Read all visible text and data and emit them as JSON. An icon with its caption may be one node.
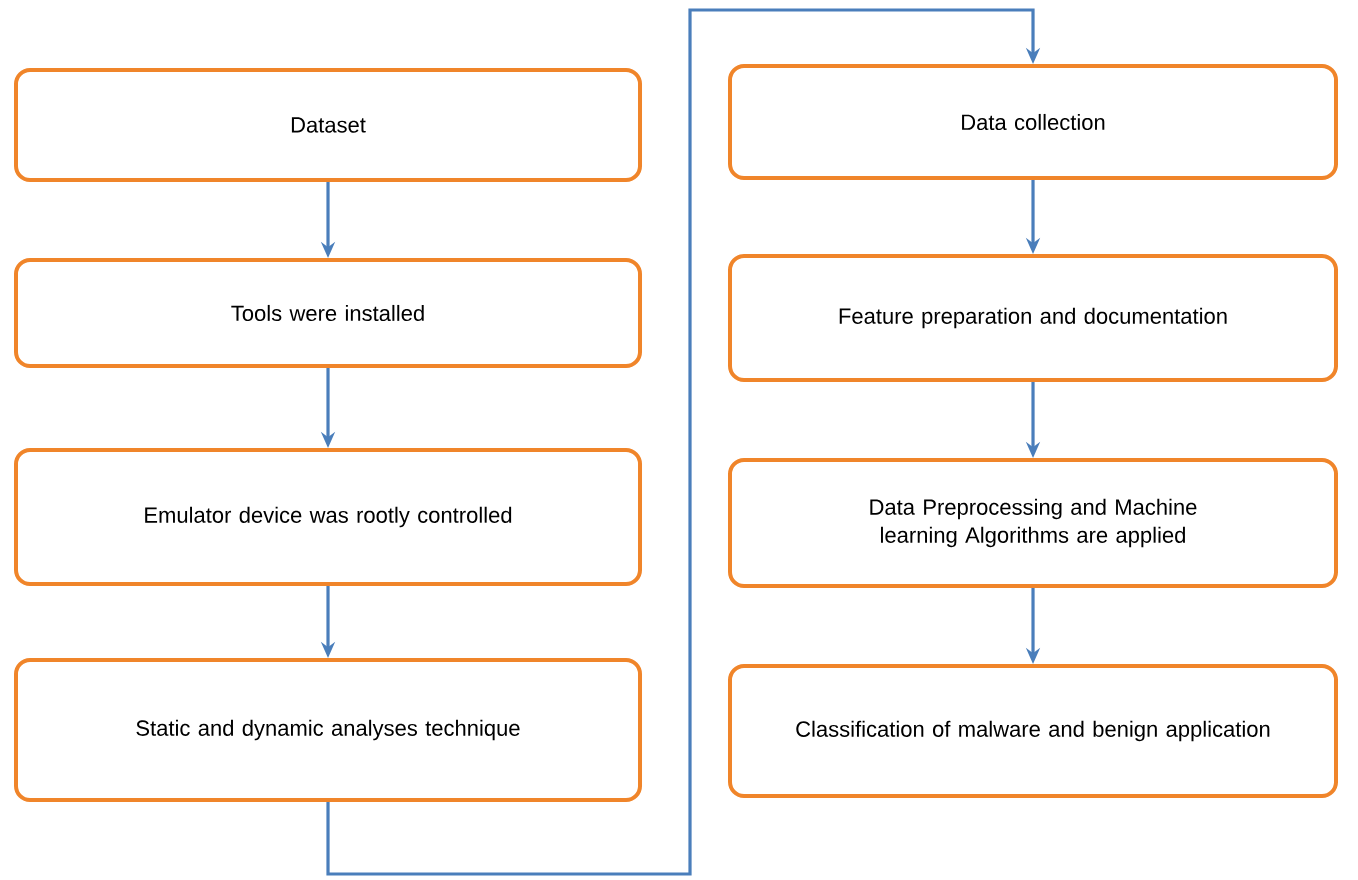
{
  "diagram": {
    "nodes": [
      {
        "text": [
          "Dataset"
        ]
      },
      {
        "text": [
          "Tools were installed"
        ]
      },
      {
        "text": [
          "Emulator device was rootly controlled"
        ]
      },
      {
        "text": [
          "Static and dynamic analyses technique"
        ]
      },
      {
        "text": [
          "Data collection"
        ]
      },
      {
        "text": [
          "Feature preparation and documentation"
        ]
      },
      {
        "text": [
          "Data Preprocessing and Machine learning Algorithms are applied"
        ]
      },
      {
        "text": [
          "Classification of malware and benign application"
        ]
      }
    ],
    "edges": [
      {
        "from": 0,
        "to": 1,
        "arrow": "to"
      },
      {
        "from": 1,
        "to": 2,
        "arrow": "to"
      },
      {
        "from": 2,
        "to": 3,
        "arrow": "to"
      },
      {
        "from": 3,
        "to": 4,
        "arrow": "to"
      },
      {
        "from": 4,
        "to": 5,
        "arrow": "to"
      },
      {
        "from": 5,
        "to": 6,
        "arrow": "to"
      },
      {
        "from": 6,
        "to": 7,
        "arrow": "to"
      }
    ]
  }
}
